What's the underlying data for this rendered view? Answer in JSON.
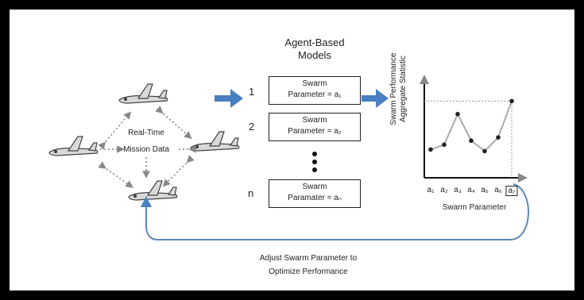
{
  "mission": {
    "label_line1": "Real-Time",
    "label_line2": "Mission Data"
  },
  "models": {
    "title_line1": "Agent-Based",
    "title_line2": "Models",
    "items": [
      {
        "index": "1",
        "line1": "Swarm",
        "line2": "Parameter = a₁"
      },
      {
        "index": "2",
        "line1": "Swarm",
        "line2": "Parameter = a₂"
      },
      {
        "index": "n",
        "line1": "Swarm",
        "line2": "Paramater = aₙ"
      }
    ]
  },
  "chart": {
    "ylabel_line1": "Swarm Performance",
    "ylabel_line2": "Aggregate Statistic",
    "xlabel": "Swarm Parameter",
    "ticks": [
      "a₁",
      "a₂",
      "a₃",
      "a₄",
      "a₅",
      "a₆",
      "a₇"
    ]
  },
  "feedback": {
    "line1": "Adjust Swarm Parameter to",
    "line2": "Optimize Performance"
  },
  "chart_data": {
    "type": "line",
    "categories": [
      "a₁",
      "a₂",
      "a₃",
      "a₄",
      "a₅",
      "a₆",
      "a₇"
    ],
    "series": [
      {
        "values": [
          0.35,
          0.41,
          0.79,
          0.46,
          0.33,
          0.5,
          0.95
        ]
      }
    ],
    "highlight": "a₇",
    "xlabel": "Swarm Parameter",
    "ylabel": "Swarm Performance Aggregate Statistic",
    "ylim": [
      0,
      1.2
    ],
    "grid": false
  },
  "colors": {
    "arrow": "#4a7fc1",
    "line": "#aaaaaa",
    "point": "#222222"
  }
}
